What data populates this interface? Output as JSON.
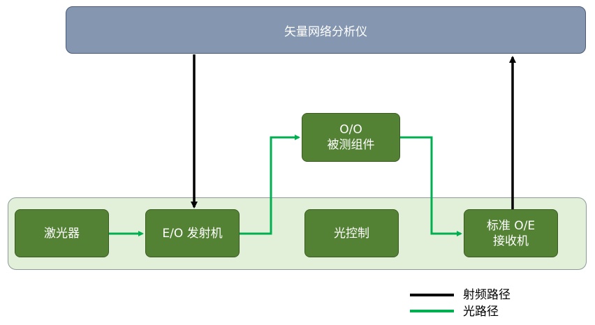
{
  "vna": {
    "label": "矢量网络分析仪"
  },
  "components": {
    "laser": "激光器",
    "eo_transmitter": "E/O 发射机",
    "optical_control": "光控制",
    "oo_line1": "O/O",
    "oo_line2": "被测组件",
    "oe_line1": "标准 O/E",
    "oe_line2": "接收机"
  },
  "legend": {
    "rf_path": "射频路径",
    "optical_path": "光路径"
  },
  "colors": {
    "rf": "#000000",
    "optical": "#00b050",
    "box_fill": "#548235",
    "panel_fill": "#e2efd9",
    "vna_fill": "#8496b0"
  }
}
